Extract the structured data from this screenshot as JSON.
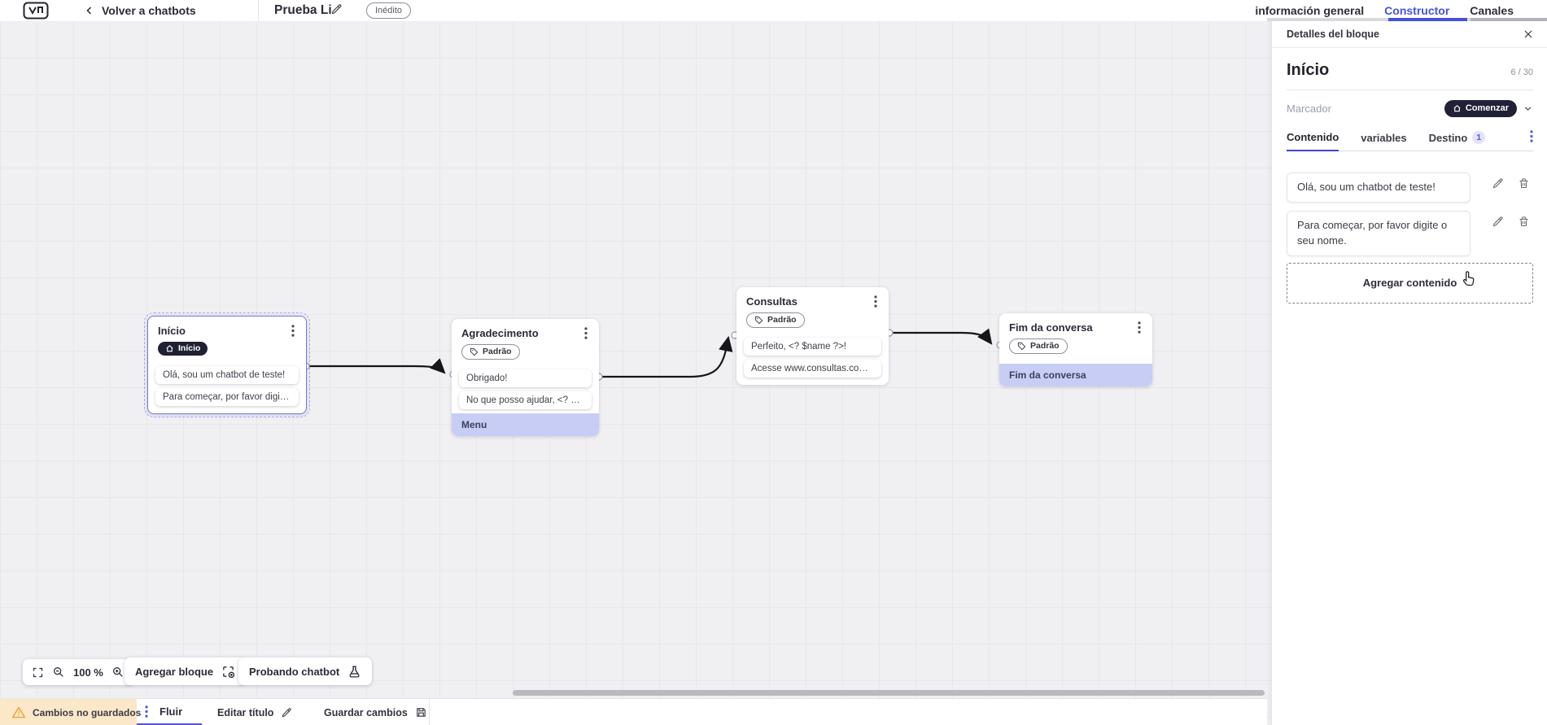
{
  "colors": {
    "accent": "#4553dc",
    "panel_accent": "#5558d8",
    "highlight_row_bg": "#c7cdf4",
    "dark_badge_bg": "#1f2032",
    "warning_bg": "#fbe8c9",
    "warning_icon": "#eda73f"
  },
  "header": {
    "back_label": "Volver a chatbots",
    "doc_title": "Prueba Li",
    "status_badge": "Inédito",
    "tabs": [
      {
        "label": "información general",
        "active": false
      },
      {
        "label": "Constructor",
        "active": true
      },
      {
        "label": "Canales",
        "active": false
      }
    ]
  },
  "canvas": {
    "zoom_level": "100 %",
    "add_block_label": "Agregar bloque",
    "test_chatbot_label": "Probando chatbot",
    "nodes": [
      {
        "id": "inicio",
        "title": "Início",
        "selected": true,
        "badge": {
          "style": "dark",
          "icon": "home",
          "label": "Início"
        },
        "rows": [
          {
            "text": "Olá, sou um chatbot de teste!"
          },
          {
            "text": "Para começar, por favor digite o ..."
          }
        ]
      },
      {
        "id": "agradecimento",
        "title": "Agradecimento",
        "selected": false,
        "badge": {
          "style": "outline",
          "icon": "tag",
          "label": "Padrão"
        },
        "rows": [
          {
            "text": "Obrigado!"
          },
          {
            "text": "No que posso ajudar, <? $name ..."
          },
          {
            "text": "Menu",
            "highlight": true
          }
        ]
      },
      {
        "id": "consultas",
        "title": "Consultas",
        "selected": false,
        "badge": {
          "style": "outline",
          "icon": "tag",
          "label": "Padrão"
        },
        "rows": [
          {
            "text": "Perfeito, <? $name ?>!"
          },
          {
            "text": "Acesse www.consultas.com par..."
          }
        ]
      },
      {
        "id": "fim",
        "title": "Fim da conversa",
        "selected": false,
        "badge": {
          "style": "outline",
          "icon": "tag",
          "label": "Padrão"
        },
        "rows": [
          {
            "text": "Fim da conversa",
            "highlight": true
          }
        ]
      }
    ]
  },
  "panel": {
    "header": "Detalles del bloque",
    "block_title": "Início",
    "char_count": "6 / 30",
    "marker_label": "Marcador",
    "marker_value": "Comenzar",
    "tabs": [
      {
        "label": "Contenido",
        "active": true
      },
      {
        "label": "variables",
        "active": false
      },
      {
        "label": "Destino",
        "active": false,
        "badge": "1"
      }
    ],
    "contents": [
      "Olá, sou um chatbot de teste!",
      "Para começar, por favor digite o seu nome."
    ],
    "add_content_label": "Agregar contenido"
  },
  "footer": {
    "warning": "Cambios no guardados",
    "flow_tab": "Fluir",
    "edit_title": "Editar título",
    "save": "Guardar cambios"
  }
}
